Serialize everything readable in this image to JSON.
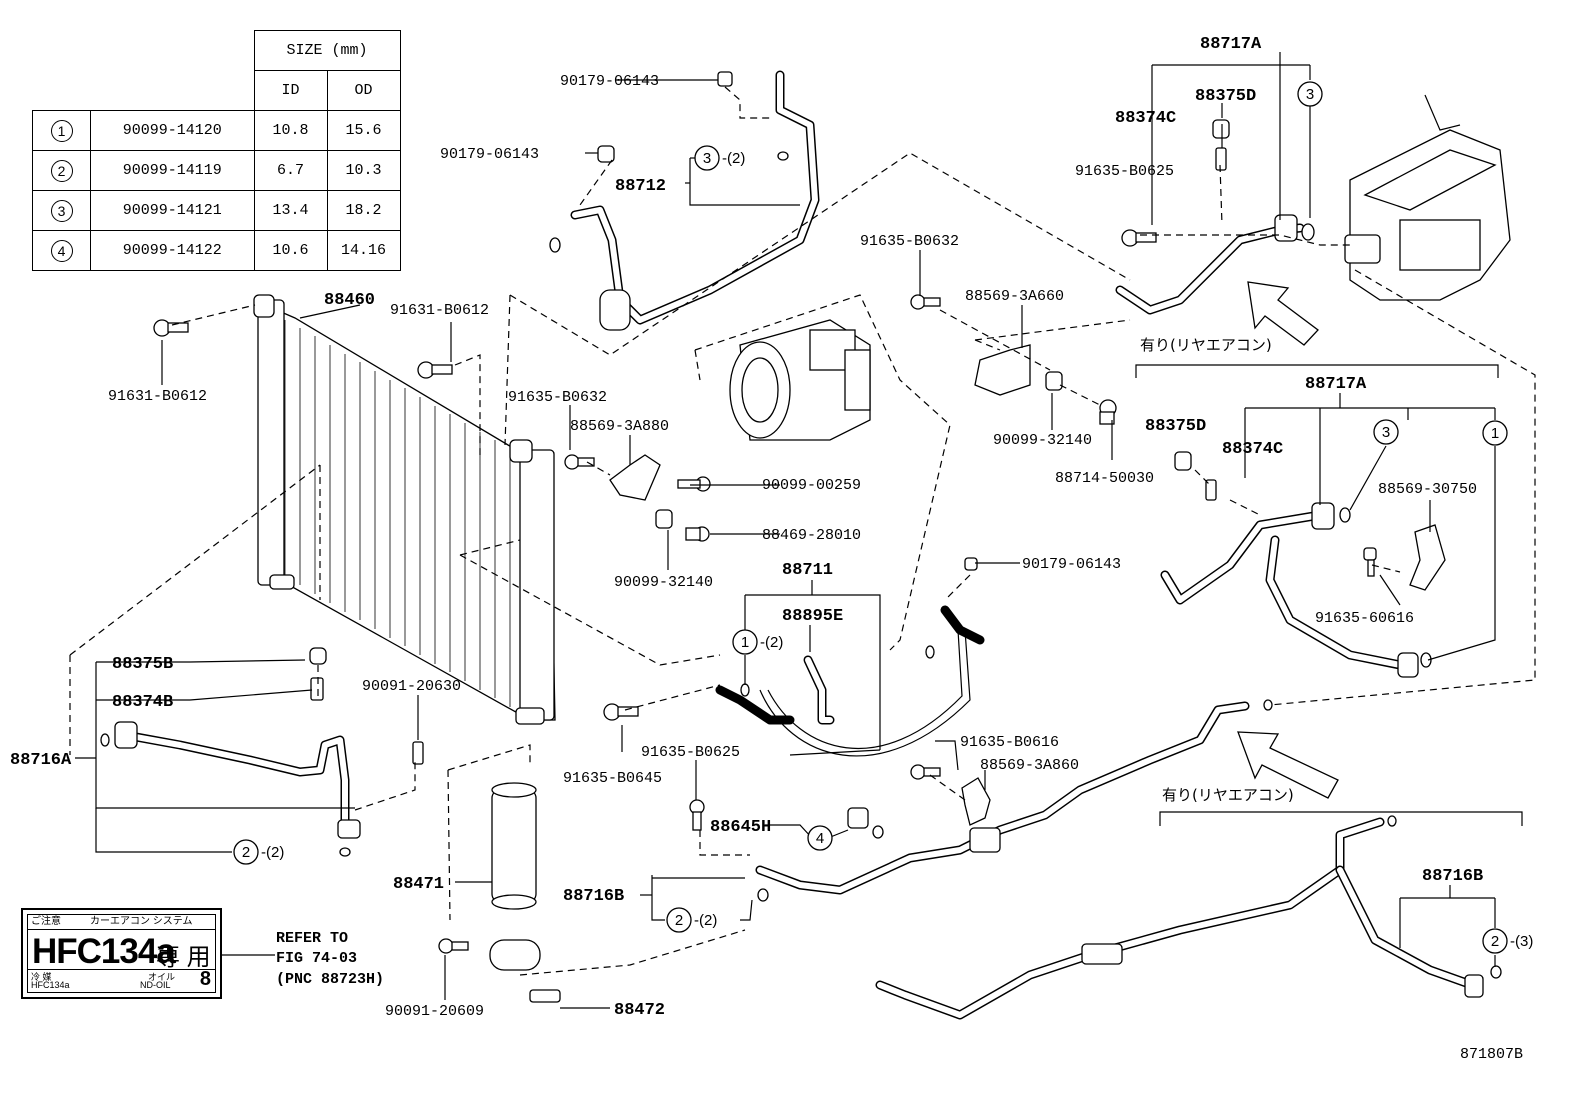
{
  "table": {
    "header_size": "SIZE (mm)",
    "header_id": "ID",
    "header_od": "OD",
    "rows": [
      {
        "no": "1",
        "part": "90099-14120",
        "id": "10.8",
        "od": "15.6"
      },
      {
        "no": "2",
        "part": "90099-14119",
        "id": "6.7",
        "od": "10.3"
      },
      {
        "no": "3",
        "part": "90099-14121",
        "id": "13.4",
        "od": "18.2"
      },
      {
        "no": "4",
        "part": "90099-14122",
        "id": "10.6",
        "od": "14.16"
      }
    ]
  },
  "label_plate": {
    "top_left": "ご注意",
    "top_mid": "カーエアコン システム",
    "title": "HFC134a",
    "title_jp": "専 用",
    "bot_left1": "冷 媒",
    "bot_left2": "HFC134a",
    "bot_mid1": "オイル",
    "bot_mid2": "ND-OIL",
    "bot_num": "8"
  },
  "refer": [
    "REFER TO",
    "FIG 74-03",
    "(PNC 88723H)"
  ],
  "figure_code": "871807B",
  "rear_ac_note": "有り(リヤエアコン)",
  "labels": {
    "p88717A_top": "88717A",
    "p88375D_top": "88375D",
    "p88374C_top": "88374C",
    "p91635B0625_top": "91635-B0625",
    "p91635B0632_r": "91635-B0632",
    "p885693A660": "88569-3A660",
    "p9009932140_r": "90099-32140",
    "p8871450030": "88714-50030",
    "p88717A_mid": "88717A",
    "p88375D_mid": "88375D",
    "p88374C_mid": "88374C",
    "p8856930750": "88569-30750",
    "p9163560616": "91635-60616",
    "p9017906143_a": "90179-06143",
    "p9017906143_b": "90179-06143",
    "p9017906143_c": "90179-06143",
    "p88712": "88712",
    "p88460": "88460",
    "p91631B0612_a": "91631-B0612",
    "p91631B0612_b": "91631-B0612",
    "p91635B0632_l": "91635-B0632",
    "p885693A880": "88569-3A880",
    "p9009900259": "90099-00259",
    "p8846928010": "88469-28010",
    "p9009932140_l": "90099-32140",
    "p88711": "88711",
    "p88895E": "88895E",
    "p9163PB0616": "91635-B0616",
    "p885693A860": "88569-3A860",
    "p88375B": "88375B",
    "p88374B": "88374B",
    "p88716A": "88716A",
    "p9009120630": "90091-20630",
    "p91635B0625_mid": "91635-B0625",
    "p91635B0645": "91635-B0645",
    "p88645H": "88645H",
    "p88716B_l": "88716B",
    "p88471": "88471",
    "p88472": "88472",
    "p9009120609": "90091-20609",
    "p88716B_r": "88716B"
  },
  "ring_refs": {
    "r3_top": "3",
    "r3_712": "3",
    "r3_712_q": "-(2)",
    "r3_mid": "3",
    "r1_mid": "1",
    "r1_711": "1",
    "r1_711_q": "-(2)",
    "r2_716a": "2",
    "r2_716a_q": "-(2)",
    "r4_645": "4",
    "r2_716b": "2",
    "r2_716b_q": "-(2)",
    "r2_716br": "2",
    "r2_716br_q": "-(3)"
  }
}
